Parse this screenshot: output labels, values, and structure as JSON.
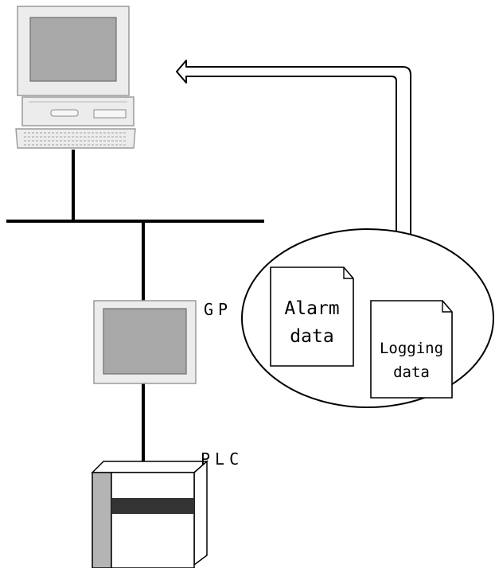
{
  "diagram": {
    "labels": {
      "gp": "GP",
      "plc": "PLC"
    },
    "documents": {
      "alarm": {
        "line1": "Alarm",
        "line2": "data"
      },
      "logging": {
        "line1": "Logging",
        "line2": "data"
      }
    }
  }
}
